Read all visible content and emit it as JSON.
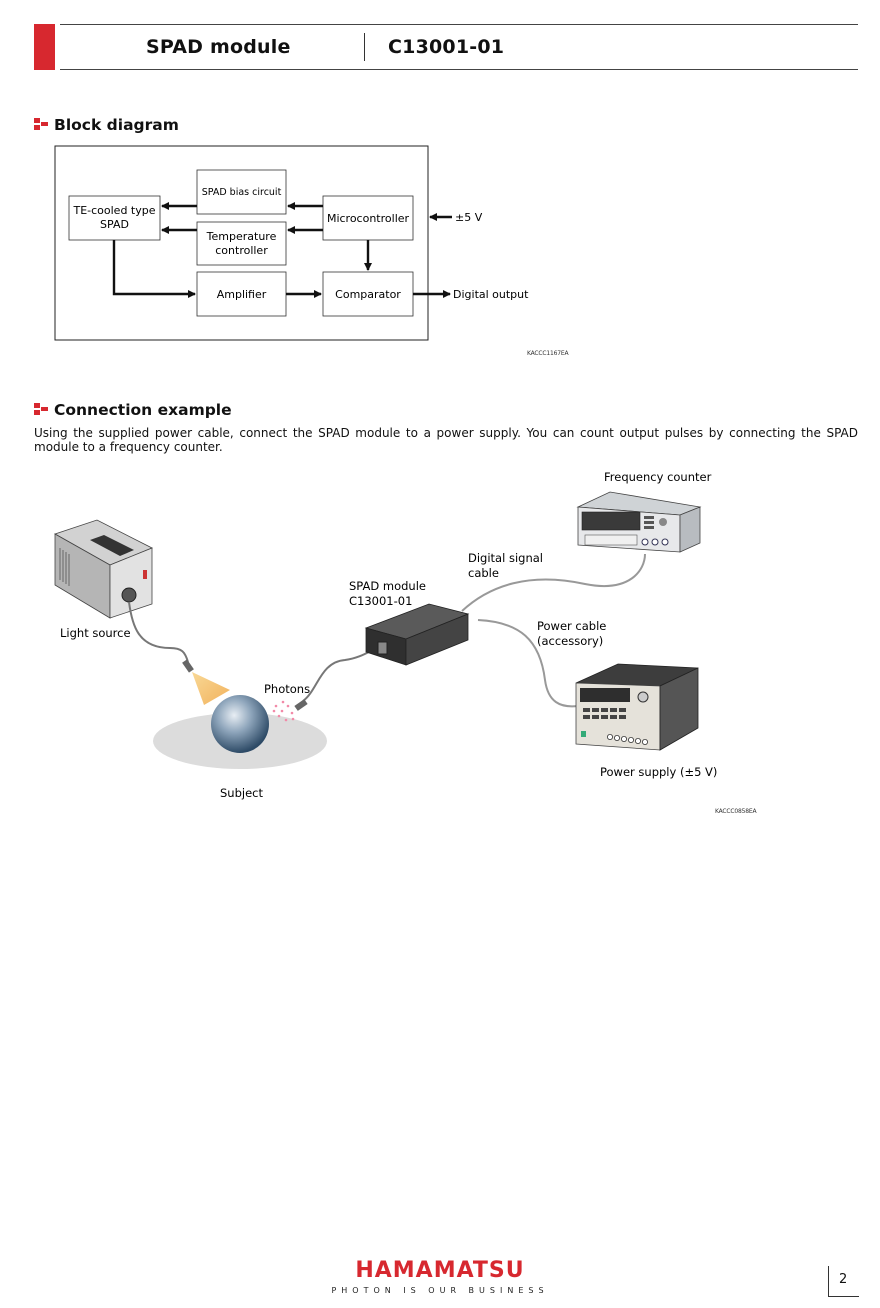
{
  "header": {
    "product": "SPAD module",
    "model": "C13001-01"
  },
  "block_diagram": {
    "title": "Block diagram",
    "blocks": {
      "spad_line1": "TE-cooled type",
      "spad_line2": "SPAD",
      "bias": "SPAD bias circuit",
      "temp_line1": "Temperature",
      "temp_line2": "controller",
      "micro": "Microcontroller",
      "amp": "Amplifier",
      "comp": "Comparator"
    },
    "supply_label": "±5 V",
    "output_label": "Digital output",
    "figure_code": "KACCC1167EA"
  },
  "connection": {
    "title": "Connection example",
    "text": "Using the supplied power cable, connect the SPAD module to a power supply. You can count output pulses by connecting the SPAD module to a frequency counter.",
    "labels": {
      "freq_counter": "Frequency counter",
      "digital_cable_1": "Digital signal",
      "digital_cable_2": "cable",
      "spad_module_1": "SPAD module",
      "spad_module_2": "C13001-01",
      "power_cable_1": "Power cable",
      "power_cable_2": "(accessory)",
      "light_source": "Light source",
      "photons": "Photons",
      "subject": "Subject",
      "power_supply": "Power supply (±5 V)"
    },
    "figure_code": "KACCC0858EA"
  },
  "footer": {
    "logo": "HAMAMATSU",
    "tagline": "PHOTON IS OUR BUSINESS",
    "page": "2"
  },
  "colors": {
    "brand_red": "#d7282f"
  }
}
